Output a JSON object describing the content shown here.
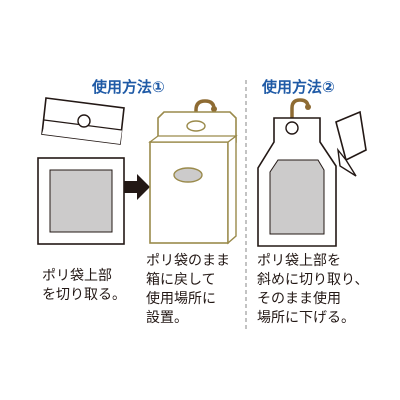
{
  "section1": {
    "title": "使用方法①",
    "caption_step1": "ポリ袋上部\nを切り取る。",
    "caption_step2": "ポリ袋のまま\n箱に戻して\n使用場所に\n設置。"
  },
  "section2": {
    "title": "使用方法②",
    "caption": "ポリ袋上部を\n斜めに切り取り、\nそのまま使用\n場所に下げる。"
  },
  "colors": {
    "title_blue": "#1f5aa6",
    "box_gold": "#9a8a4b",
    "hook_gold": "#8e6b33",
    "gray_fill": "#cccbcb",
    "outline": "#231815"
  }
}
